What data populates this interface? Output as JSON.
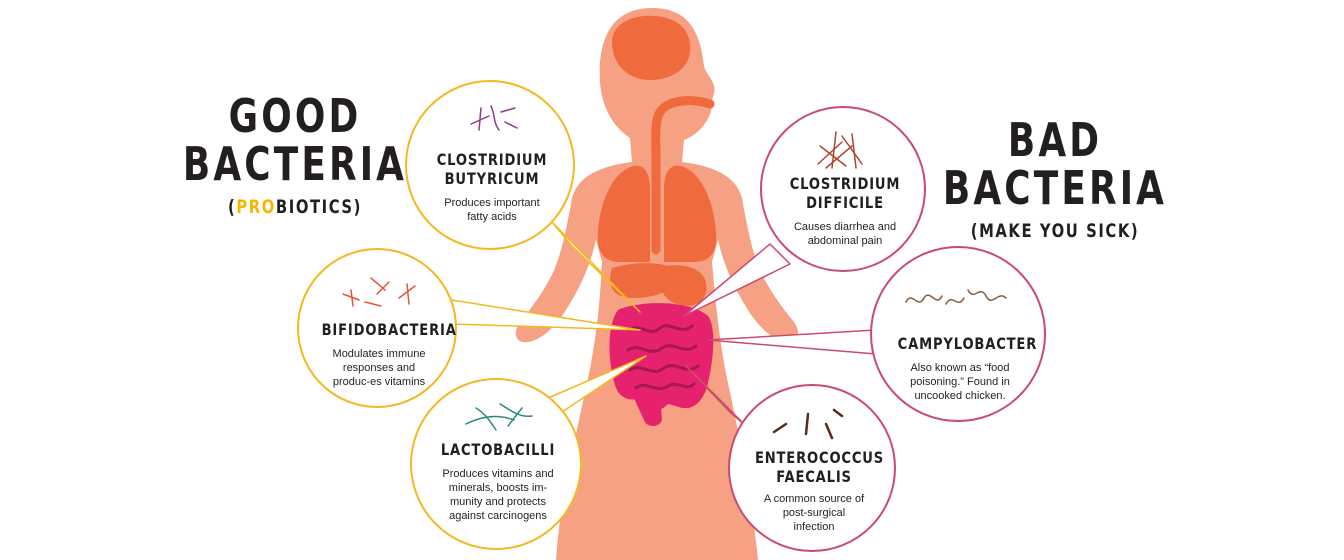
{
  "good": {
    "heading": {
      "line1": "GOOD",
      "line2": "BACTERIA",
      "sub_open": "(",
      "sub_accent": "PRO",
      "sub_rest": "BIOTICS)"
    },
    "bubbles": [
      {
        "name_line1": "CLOSTRIDIUM",
        "name_line2": "BUTYRICUM",
        "description": "Produces important fatty acids"
      },
      {
        "name_line1": "BIFIDOBACTERIA",
        "name_line2": "",
        "description": "Modulates immune responses and produc-es vitamins"
      },
      {
        "name_line1": "LACTOBACILLI",
        "name_line2": "",
        "description": "Produces vitamins and minerals, boosts im-munity and protects against carcinogens"
      }
    ]
  },
  "bad": {
    "heading": {
      "line1": "BAD",
      "line2": "BACTERIA",
      "sub": "(MAKE YOU SICK)"
    },
    "bubbles": [
      {
        "name_line1": "CLOSTRIDIUM",
        "name_line2": "DIFFICILE",
        "description": "Causes diarrhea and abdominal pain"
      },
      {
        "name_line1": "CAMPYLOBACTER",
        "name_line2": "",
        "description": "Also known as “food poisoning.” Found in uncooked chicken."
      },
      {
        "name_line1": "ENTEROCOCCUS",
        "name_line2": "FAECALIS",
        "description": "A common source of post-surgical infection"
      }
    ]
  },
  "colors": {
    "body": "#f7a184",
    "organ": "#ef6a3c",
    "intestine": "#e6226e",
    "intestine_dark": "#a8174e",
    "good_ring": "#f4b820",
    "bad_ring": "#c94b6e",
    "accent": "#f5b800",
    "text": "#231f20"
  }
}
